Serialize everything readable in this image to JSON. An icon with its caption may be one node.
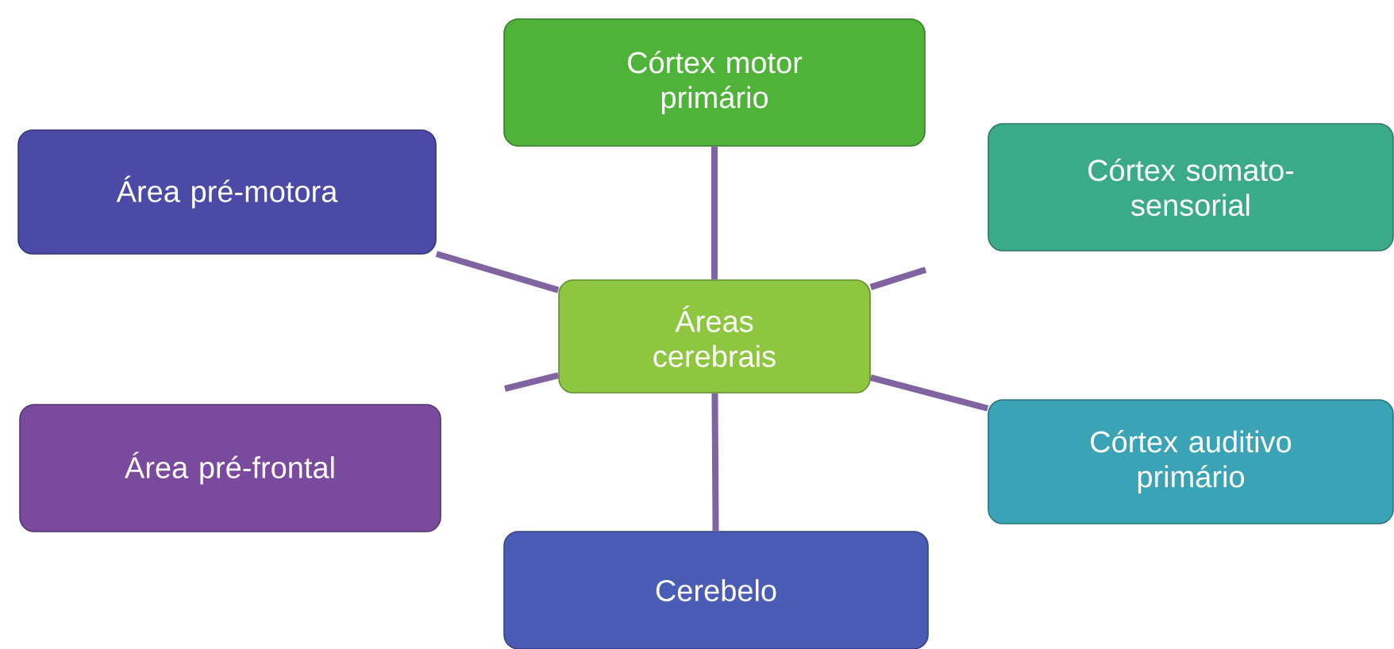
{
  "diagram": {
    "nodes": [
      {
        "text": [
          "Córtex motor primário"
        ]
      },
      {
        "text": [
          "Área pré-motora"
        ]
      },
      {
        "text": [
          "Córtex somato-sensorial"
        ]
      },
      {
        "text": [
          "Áreas cerebrais"
        ]
      },
      {
        "text": [
          "Córtex auditivo primário"
        ]
      },
      {
        "text": [
          "Área pré-frontal"
        ]
      },
      {
        "text": [
          "Cerebelo"
        ]
      }
    ],
    "edges": [
      {
        "from": 3,
        "to": 0,
        "arrow": "none"
      },
      {
        "from": 3,
        "to": 1,
        "arrow": "none"
      },
      {
        "from": 3,
        "to": null,
        "arrow": "none"
      },
      {
        "from": 3,
        "to": null,
        "arrow": "none"
      },
      {
        "from": 3,
        "to": 4,
        "arrow": "none"
      },
      {
        "from": 3,
        "to": 6,
        "arrow": "none"
      }
    ]
  }
}
